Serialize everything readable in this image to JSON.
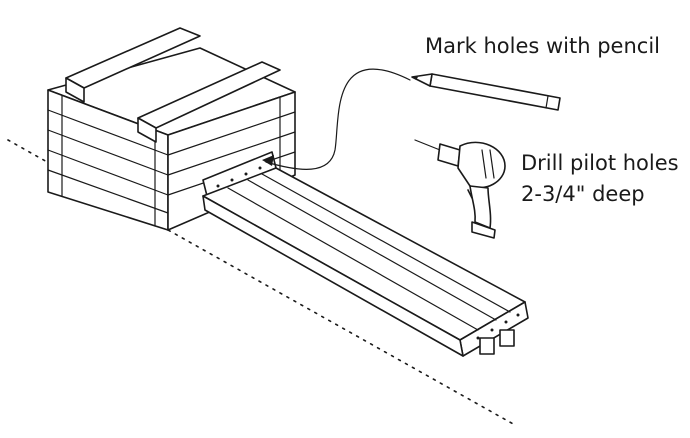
{
  "labels": {
    "pencil_instruction": "Mark holes with pencil",
    "drill_instruction_line1": "Drill pilot holes",
    "drill_instruction_line2": "2-3/4\" deep"
  },
  "icons": {
    "pencil": "pencil-icon",
    "drill": "power-drill-icon"
  },
  "colors": {
    "line": "#1a1a1a",
    "background": "#ffffff"
  }
}
